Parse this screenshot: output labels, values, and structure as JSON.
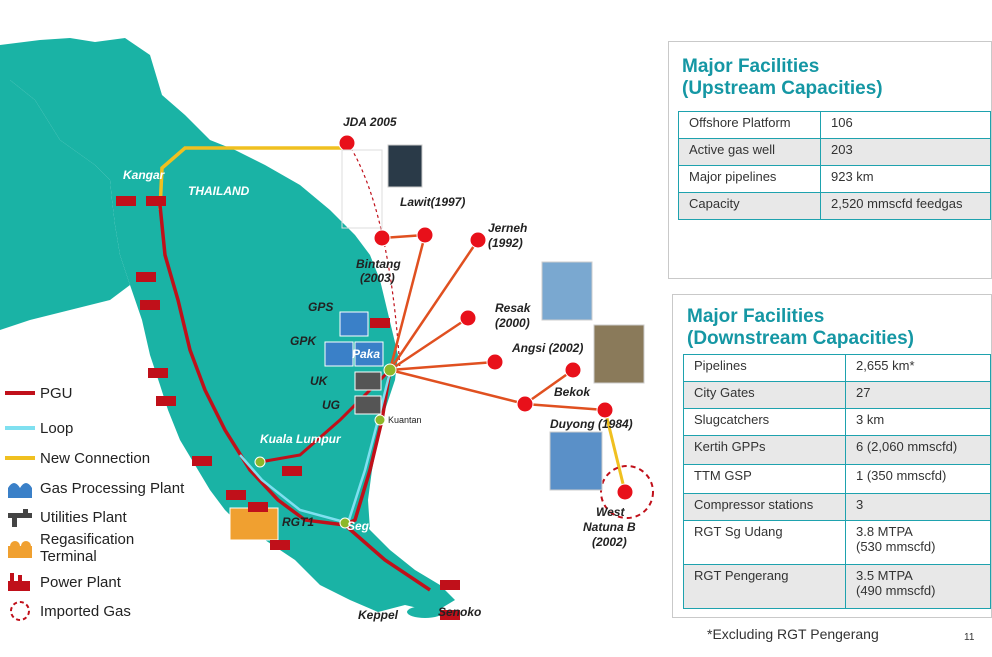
{
  "colors": {
    "land": "#1ab3a5",
    "sea": "#ffffff",
    "pgu": "#c0101a",
    "loop": "#7fe0f0",
    "new_connection": "#f0c020",
    "offshore": "#e05020",
    "field": "#e8101a",
    "accent": "#1597a4"
  },
  "map": {
    "labels": {
      "jda": "JDA 2005",
      "lawit": "Lawit(1997)",
      "jerneh": "Jerneh",
      "jerneh_year": "(1992)",
      "bintang": "Bintang",
      "bintang_year": "(2003)",
      "resak": "Resak",
      "resak_year": "(2000)",
      "angsi": "Angsi (2002)",
      "bekok": "Bekok",
      "duyong": "Duyong (1984)",
      "west_natuna": "West",
      "west_natuna_2": "Natuna B",
      "west_natuna_year": "(2002)",
      "kangar": "Kangar",
      "thailand": "THAILAND",
      "gps": "GPS",
      "gpk": "GPK",
      "paka": "Paka",
      "uk": "UK",
      "ug": "UG",
      "kuantan": "Kuantan",
      "kuala_lumpur": "Kuala Lumpur",
      "rgt1": "RGT1",
      "segamat": "Segamat",
      "keppel": "Keppel",
      "senoko": "Senoko"
    }
  },
  "legend": {
    "items": [
      {
        "label": "PGU",
        "icon": "red-line-icon"
      },
      {
        "label": "Loop",
        "icon": "cyan-line-icon"
      },
      {
        "label": "New Connection",
        "icon": "yellow-line-icon"
      },
      {
        "label": "Gas Processing Plant",
        "icon": "gas-plant-icon"
      },
      {
        "label": "Utilities Plant",
        "icon": "utilities-plant-icon"
      },
      {
        "label": "Regasification",
        "label2": "Terminal",
        "icon": "regas-terminal-icon"
      },
      {
        "label": "Power Plant",
        "icon": "power-plant-icon"
      },
      {
        "label": "Imported Gas",
        "icon": "imported-gas-icon"
      }
    ]
  },
  "upstream": {
    "title_line1": "Major Facilities",
    "title_line2": "(Upstream Capacities)",
    "rows": [
      [
        "Offshore Platform",
        "106"
      ],
      [
        "Active gas well",
        "203"
      ],
      [
        "Major pipelines",
        "923 km"
      ],
      [
        "Capacity",
        "2,520 mmscfd feedgas"
      ]
    ]
  },
  "downstream": {
    "title_line1": "Major Facilities",
    "title_line2": "(Downstream Capacities)",
    "rows": [
      [
        "Pipelines",
        "2,655 km*"
      ],
      [
        "City Gates",
        "27"
      ],
      [
        "Slugcatchers",
        "3 km"
      ],
      [
        "Kertih GPPs",
        "6 (2,060 mmscfd)"
      ],
      [
        "TTM GSP",
        "1 (350 mmscfd)"
      ],
      [
        "Compressor stations",
        "3"
      ],
      [
        "RGT Sg Udang",
        "3.8 MTPA\n(530 mmscfd)"
      ],
      [
        "RGT Pengerang",
        "3.5 MTPA\n(490 mmscfd)"
      ]
    ]
  },
  "footnote": "*Excluding RGT Pengerang",
  "page_number": "11"
}
